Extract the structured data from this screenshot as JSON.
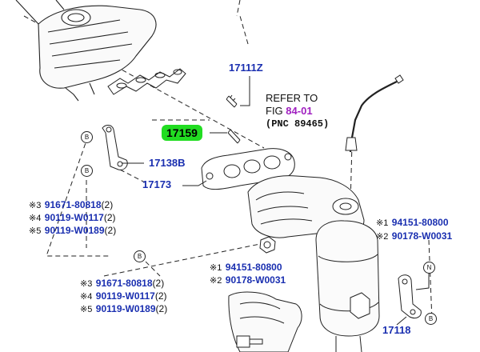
{
  "callouts": {
    "p17111z": "17111Z",
    "p17159": "17159",
    "p17138b": "17138B",
    "p17173": "17173",
    "p17118": "17118"
  },
  "reference": {
    "line1": "REFER TO",
    "fig_prefix": "FIG",
    "fig_number": "84-01",
    "pnc": "(PNC 89465)"
  },
  "markers": {
    "b": "B",
    "n": "N"
  },
  "left_list_top": [
    {
      "mark": "※3",
      "part": "91671-80818",
      "qty": "(2)"
    },
    {
      "mark": "※4",
      "part": "90119-W0117",
      "qty": "(2)"
    },
    {
      "mark": "※5",
      "part": "90119-W0189",
      "qty": "(2)"
    }
  ],
  "left_list_bottom": [
    {
      "mark": "※3",
      "part": "91671-80818",
      "qty": "(2)"
    },
    {
      "mark": "※4",
      "part": "90119-W0117",
      "qty": "(2)"
    },
    {
      "mark": "※5",
      "part": "90119-W0189",
      "qty": "(2)"
    }
  ],
  "center_list": [
    {
      "mark": "※1",
      "part": "94151-80800"
    },
    {
      "mark": "※2",
      "part": "90178-W0031"
    }
  ],
  "right_list": [
    {
      "mark": "※1",
      "part": "94151-80800"
    },
    {
      "mark": "※2",
      "part": "90178-W0031"
    }
  ],
  "colors": {
    "part_number": "#1a2fb0",
    "highlight": "#22dd22",
    "figure_ref": "#a020c0"
  }
}
